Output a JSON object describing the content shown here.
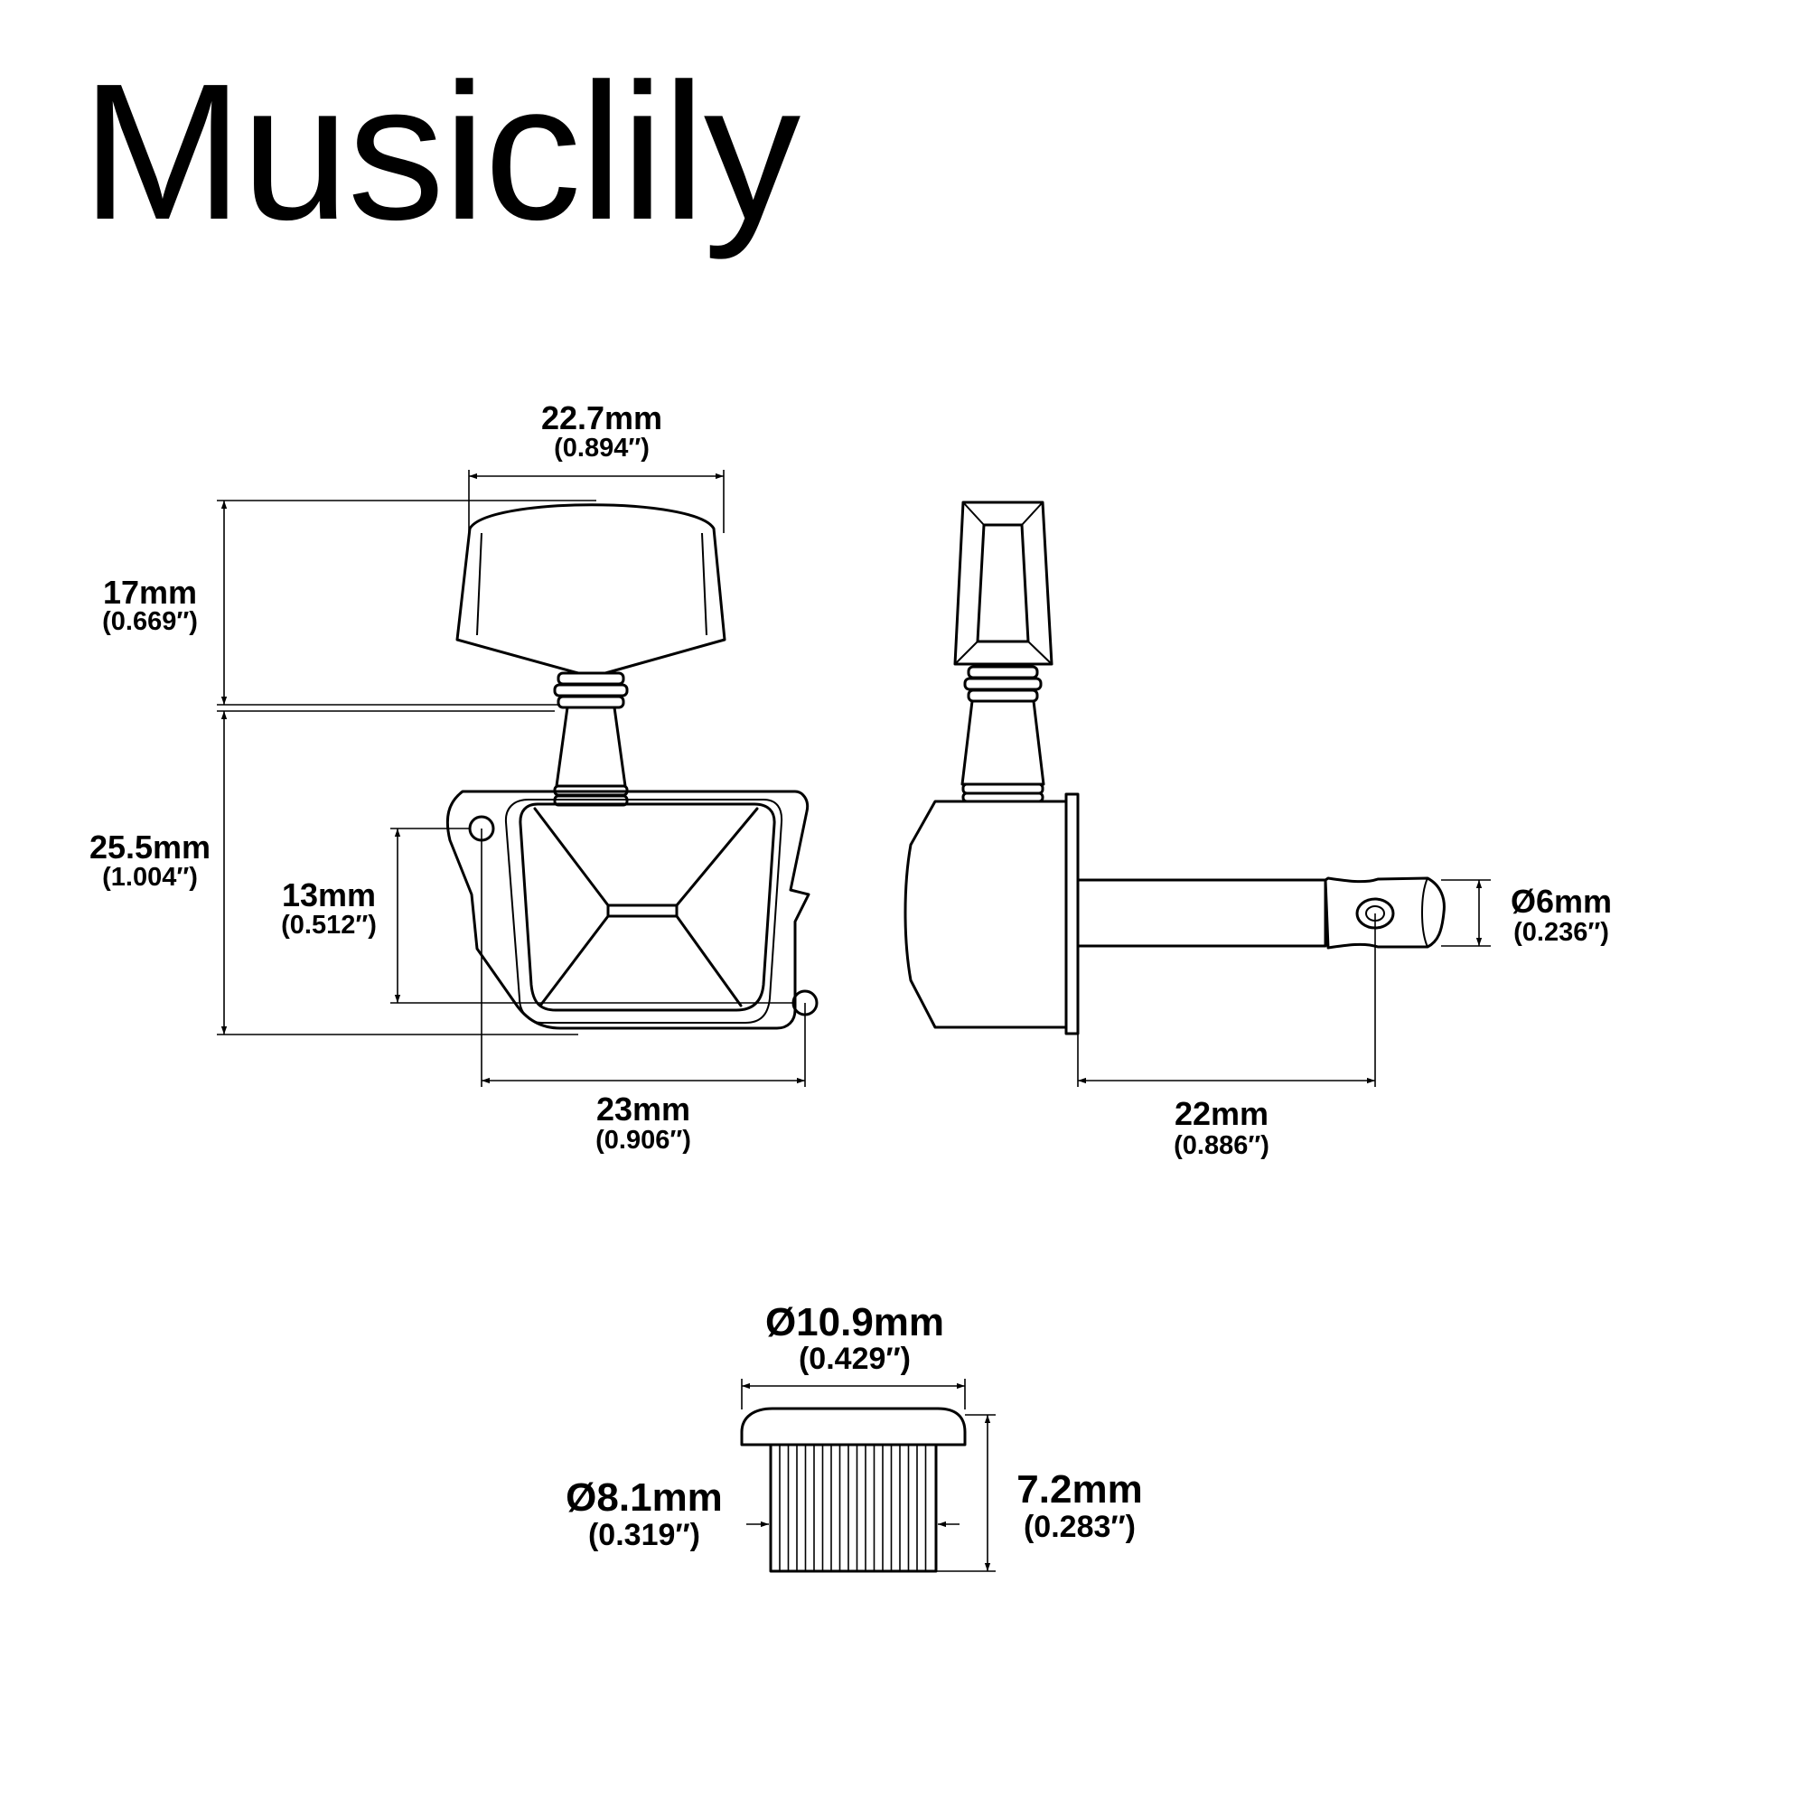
{
  "brand": "Musiclily",
  "front_view": {
    "button_width": {
      "mm": "22.7mm",
      "in": "(0.894″)"
    },
    "button_height": {
      "mm": "17mm",
      "in": "(0.669″)"
    },
    "housing_height": {
      "mm": "25.5mm",
      "in": "(1.004″)"
    },
    "hole_spacing_vertical": {
      "mm": "13mm",
      "in": "(0.512″)"
    },
    "hole_spacing_horizontal": {
      "mm": "23mm",
      "in": "(0.906″)"
    }
  },
  "side_view": {
    "post_diameter": {
      "mm": "Ø6mm",
      "in": "(0.236″)"
    },
    "post_length": {
      "mm": "22mm",
      "in": "(0.886″)"
    }
  },
  "bushing_view": {
    "cap_diameter": {
      "mm": "Ø10.9mm",
      "in": "(0.429″)"
    },
    "body_diameter": {
      "mm": "Ø8.1mm",
      "in": "(0.319″)"
    },
    "height": {
      "mm": "7.2mm",
      "in": "(0.283″)"
    }
  }
}
